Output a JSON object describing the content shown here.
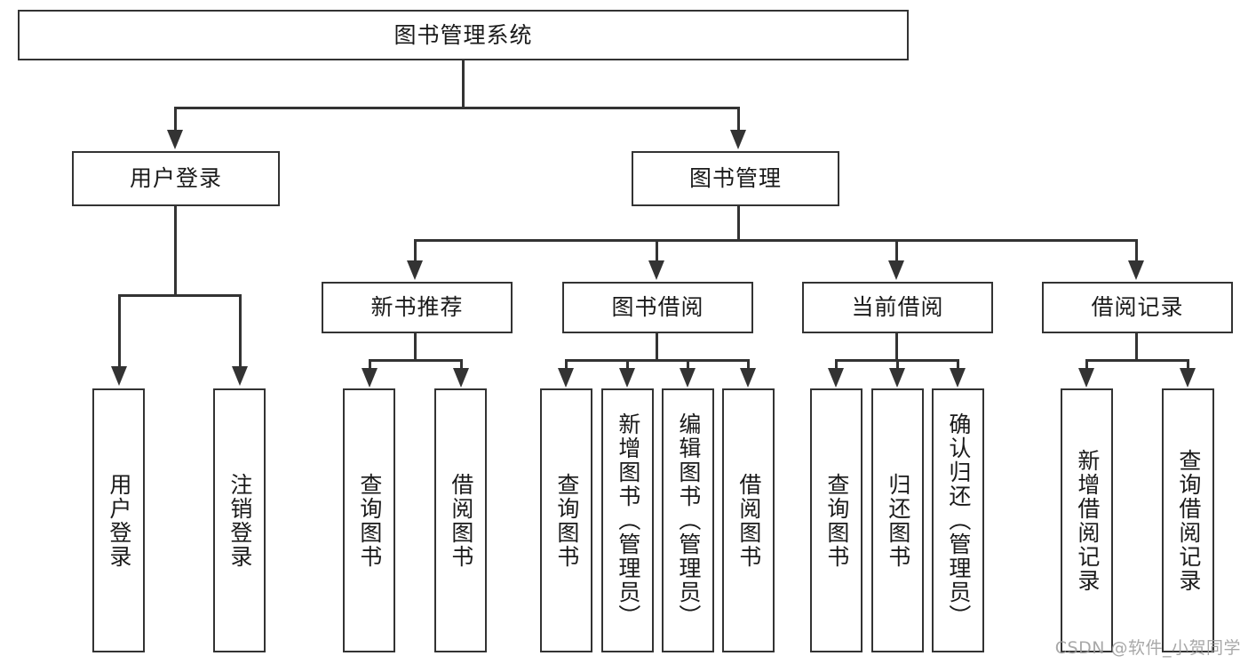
{
  "diagram": {
    "title": "图书管理系统",
    "root": {
      "label": "图书管理系统"
    },
    "level2": [
      {
        "label": "用户登录"
      },
      {
        "label": "图书管理"
      }
    ],
    "level3": [
      {
        "label": "新书推荐"
      },
      {
        "label": "图书借阅"
      },
      {
        "label": "当前借阅"
      },
      {
        "label": "借阅记录"
      }
    ],
    "leaves": {
      "user_login": [
        {
          "label": "用户登录"
        },
        {
          "label": "注销登录"
        }
      ],
      "new_book_recommend": [
        {
          "label": "查询图书"
        },
        {
          "label": "借阅图书"
        }
      ],
      "book_borrow": [
        {
          "label": "查询图书"
        },
        {
          "label": "新增图书（管理员）"
        },
        {
          "label": "编辑图书（管理员）"
        },
        {
          "label": "借阅图书"
        }
      ],
      "current_borrow": [
        {
          "label": "查询图书"
        },
        {
          "label": "归还图书"
        },
        {
          "label": "确认归还（管理员）"
        }
      ],
      "borrow_record": [
        {
          "label": "新增借阅记录"
        },
        {
          "label": "查询借阅记录"
        }
      ]
    }
  },
  "watermark": {
    "text": "CSDN @软件_小贺同学"
  },
  "colors": {
    "stroke": "#333333",
    "background": "#ffffff",
    "text": "#1a1a1a",
    "watermark": "#9a9a9a"
  }
}
